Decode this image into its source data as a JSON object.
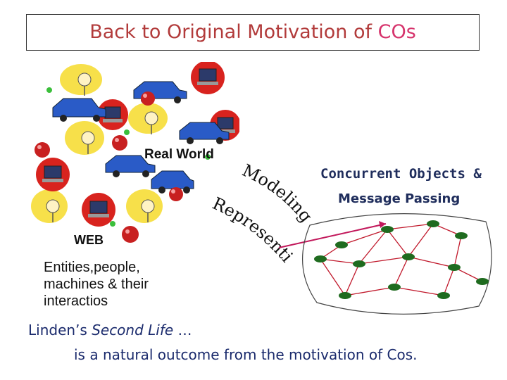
{
  "title": {
    "prefix": "Back to Original Motivation of ",
    "highlight": "COs"
  },
  "collage": {
    "label_real_world": "Real World",
    "label_web": "WEB",
    "icons": [
      "person-icon",
      "car-icon",
      "laptop-icon",
      "apple-icon"
    ]
  },
  "arrow_labels": {
    "upper": "Modeling",
    "lower": "Representing"
  },
  "right": {
    "concurrent": "Concurrent  Objects &",
    "message": "Message Passing"
  },
  "entities": "Entities,people,\nmachines & their\ninteractios",
  "linden": {
    "prefix": "Linden’s ",
    "italic": "Second Life",
    "suffix": " …"
  },
  "natural": "is a natural outcome from the motivation of Cos.",
  "colors": {
    "title": "#b23b3b",
    "title_accent": "#d6336c",
    "text_blue": "#1a2a6c",
    "node": "#1f6b1f",
    "edge": "#c0172a"
  }
}
